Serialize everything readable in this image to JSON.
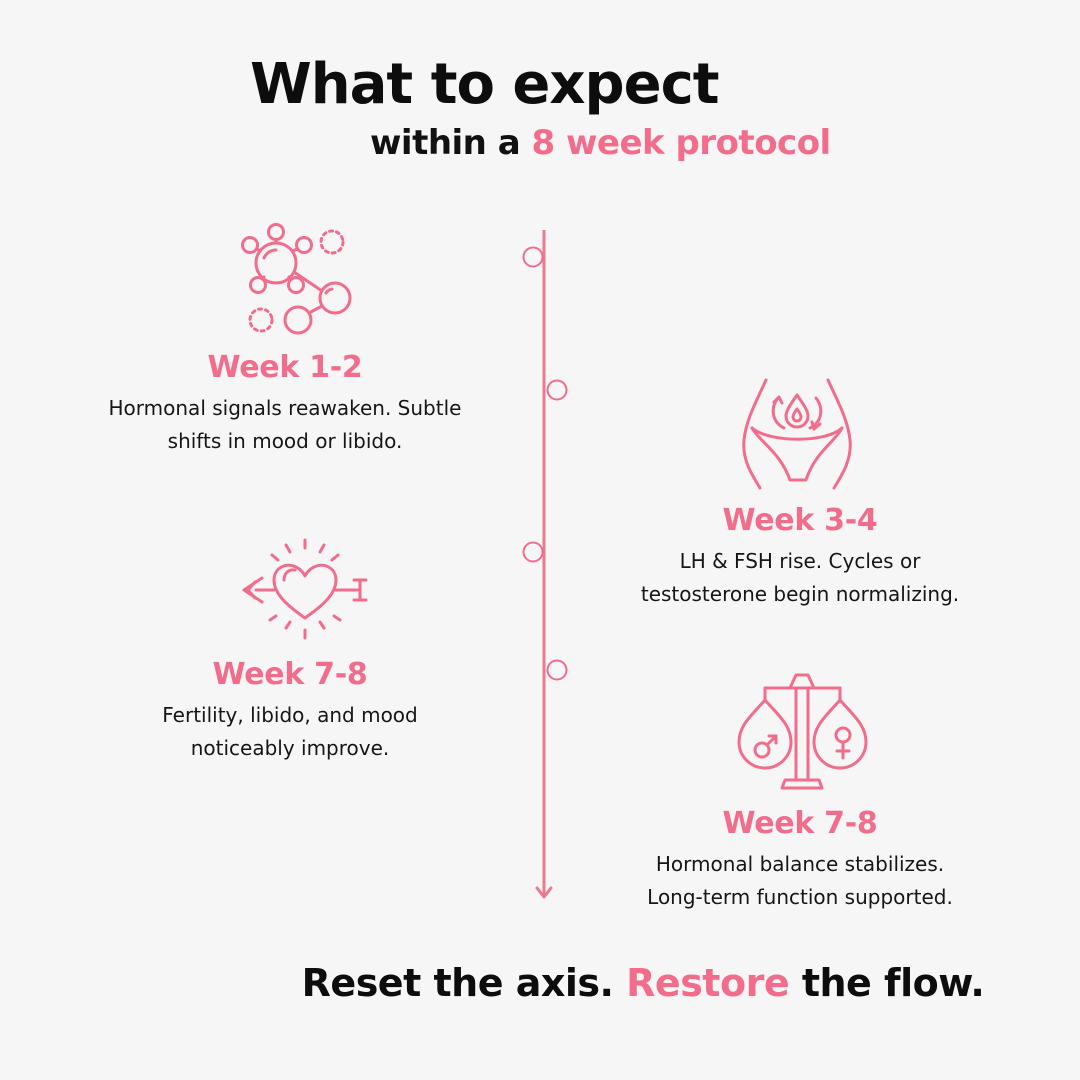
{
  "header": {
    "title": "What to expect",
    "subtitle_prefix": "within a ",
    "subtitle_highlight": "8 week protocol"
  },
  "milestones": [
    {
      "week": "Week 1-2",
      "desc_line1": "Hormonal signals reawaken. Subtle",
      "desc_line2": "shifts in mood or libido.",
      "icon": "molecule-icon"
    },
    {
      "week": "Week 3-4",
      "desc_line1": "LH & FSH rise. Cycles or",
      "desc_line2": "testosterone begin normalizing.",
      "icon": "pelvis-cycle-icon"
    },
    {
      "week": "Week 7-8",
      "desc_line1": "Fertility, libido, and mood",
      "desc_line2": "noticeably improve.",
      "icon": "heart-arrow-icon"
    },
    {
      "week": "Week 7-8",
      "desc_line1": "Hormonal balance stabilizes.",
      "desc_line2": "Long-term function supported.",
      "icon": "gender-balance-scale-icon"
    }
  ],
  "footer": {
    "part1": "Reset the axis. ",
    "highlight": "Restore",
    "part2": " the flow."
  },
  "colors": {
    "accent": "#f26d8c",
    "text": "#111111",
    "background": "#f6f6f6"
  }
}
